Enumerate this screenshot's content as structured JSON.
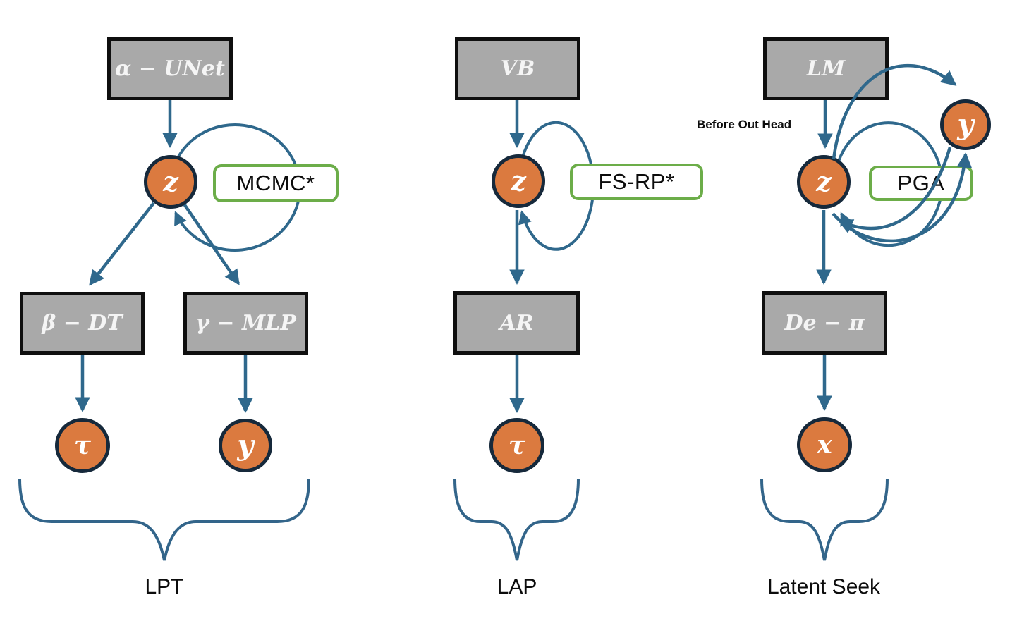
{
  "figure": {
    "colors": {
      "arrow_blue": "#2F688C",
      "node_fill": "#DB7A3F",
      "node_stroke": "#16293B",
      "box_fill": "#A9A9A9",
      "box_stroke": "#0F0F0F",
      "tag_green": "#6CAD49"
    },
    "panels": [
      {
        "caption": "LPT",
        "top_box": "α − UNet",
        "tag": "MCMC*",
        "left_box": "β − DT",
        "right_box": "γ − MLP",
        "z": "z",
        "tau": "τ",
        "y": "y"
      },
      {
        "caption": "LAP",
        "top_box": "VB",
        "tag": "FS-RP*",
        "mid_box": "AR",
        "z": "z",
        "tau": "τ"
      },
      {
        "caption": "Latent Seek",
        "annotation": "Before Out Head",
        "top_box": "LM",
        "tag": "PGA",
        "mid_box": "De − π",
        "z": "z",
        "y": "y",
        "x": "x"
      }
    ]
  }
}
